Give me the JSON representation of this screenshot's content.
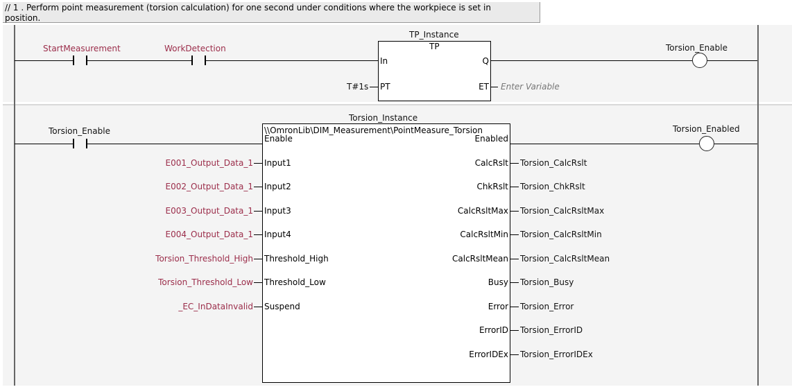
{
  "comment": {
    "line1": "// 1 .   Perform point measurement (torsion calculation) for one second under conditions where the workpiece is set in",
    "line2": "position."
  },
  "rung1": {
    "contact1": "StartMeasurement",
    "contact2": "WorkDetection",
    "fb_instance": "TP_Instance",
    "fb_type": "TP",
    "in_pin": "In",
    "pt_pin": "PT",
    "pt_value": "T#1s",
    "q_pin": "Q",
    "et_pin": "ET",
    "et_placeholder": "Enter Variable",
    "coil": "Torsion_Enable"
  },
  "rung2": {
    "contact": "Torsion_Enable",
    "fb_instance": "Torsion_Instance",
    "fb_type": "\\\\OmronLib\\DIM_Measurement\\PointMeasure_Torsion",
    "coil": "Torsion_Enabled",
    "inputs": [
      {
        "pin": "Enable",
        "var": ""
      },
      {
        "pin": "Input1",
        "var": "E001_Output_Data_1"
      },
      {
        "pin": "Input2",
        "var": "E002_Output_Data_1"
      },
      {
        "pin": "Input3",
        "var": "E003_Output_Data_1"
      },
      {
        "pin": "Input4",
        "var": "E004_Output_Data_1"
      },
      {
        "pin": "Threshold_High",
        "var": "Torsion_Threshold_High"
      },
      {
        "pin": "Threshold_Low",
        "var": "Torsion_Threshold_Low"
      },
      {
        "pin": "Suspend",
        "var": "_EC_InDataInvalid"
      }
    ],
    "outputs": [
      {
        "pin": "Enabled",
        "var": ""
      },
      {
        "pin": "CalcRslt",
        "var": "Torsion_CalcRslt"
      },
      {
        "pin": "ChkRslt",
        "var": "Torsion_ChkRslt"
      },
      {
        "pin": "CalcRsltMax",
        "var": "Torsion_CalcRsltMax"
      },
      {
        "pin": "CalcRsltMin",
        "var": "Torsion_CalcRsltMin"
      },
      {
        "pin": "CalcRsltMean",
        "var": "Torsion_CalcRsltMean"
      },
      {
        "pin": "Busy",
        "var": "Torsion_Busy"
      },
      {
        "pin": "Error",
        "var": "Torsion_Error"
      },
      {
        "pin": "ErrorID",
        "var": "Torsion_ErrorID"
      },
      {
        "pin": "ErrorIDEx",
        "var": "Torsion_ErrorIDEx"
      }
    ]
  }
}
